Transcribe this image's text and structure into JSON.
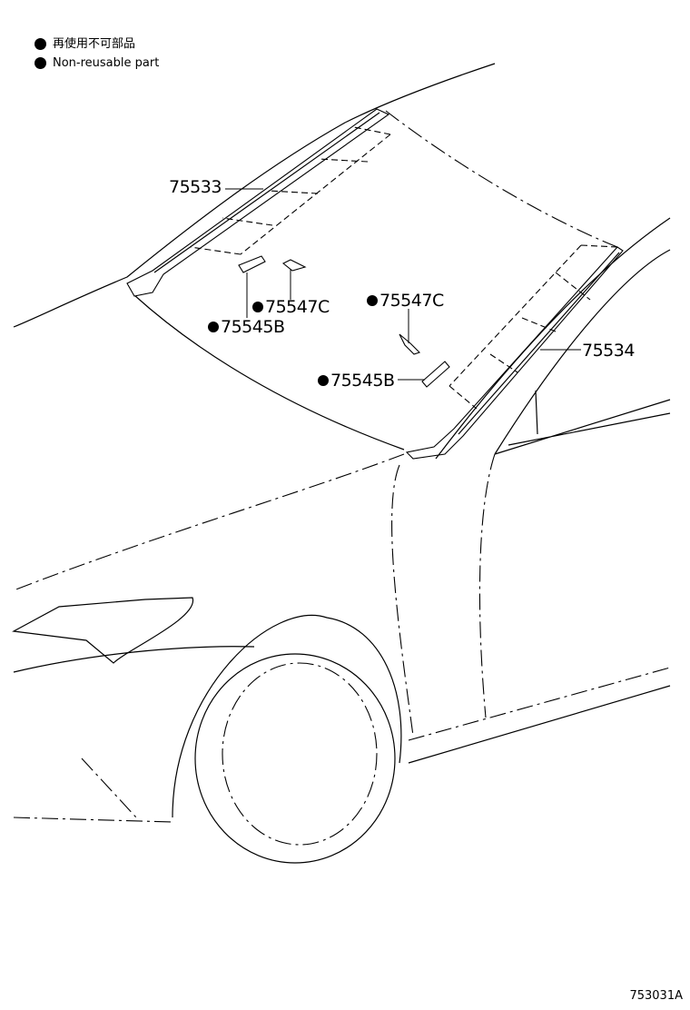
{
  "legend": {
    "line1": "再使用不可部品",
    "line2": "Non-reusable part"
  },
  "callouts": {
    "c75533": "75533",
    "c75547C_left": "75547C",
    "c75545B_left": "75545B",
    "c75547C_right": "75547C",
    "c75534": "75534",
    "c75545B_right": "75545B"
  },
  "figure_id": "753031A",
  "colors": {
    "ink": "#000000",
    "background": "#ffffff"
  }
}
